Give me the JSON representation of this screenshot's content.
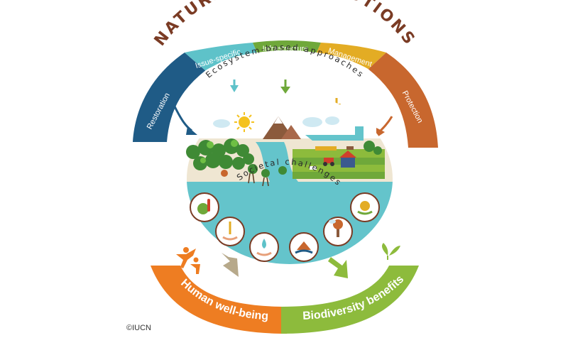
{
  "title": "NATURE-BASED SOLUTIONS",
  "ecosystem_label": "Ecosystem-based approaches",
  "segments": [
    {
      "label": "Restoration",
      "color": "#1f5b86"
    },
    {
      "label": "Issue-specific",
      "color": "#5ec2c9"
    },
    {
      "label": "Infrastructure",
      "color": "#6fa83a"
    },
    {
      "label": "Management",
      "color": "#e3ac24"
    },
    {
      "label": "Protection",
      "color": "#c8672e"
    }
  ],
  "societal_label": "Societal challenges",
  "challenge_icons": [
    "climate-change-icon",
    "food-security-icon",
    "water-security-icon",
    "disaster-risk-icon",
    "environmental-degradation-icon",
    "economic-development-icon"
  ],
  "outcomes": [
    {
      "label": "Human well-being",
      "color": "#ee7d22"
    },
    {
      "label": "Biodiversity benefits",
      "color": "#8dbb3c"
    }
  ],
  "copyright": "©IUCN"
}
